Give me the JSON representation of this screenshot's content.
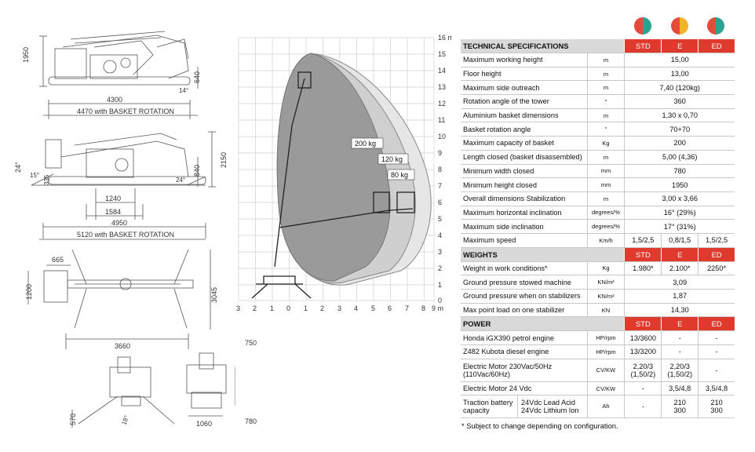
{
  "badges": [
    {
      "code": "STD",
      "left_color": "#e64a3b",
      "right_color": "#2aa38f"
    },
    {
      "code": "E",
      "left_color": "#e64a3b",
      "right_color": "#f0b429"
    },
    {
      "code": "ED",
      "left_color": "#e64a3b",
      "right_color": "#2aa38f"
    }
  ],
  "drawing_labels": {
    "d1950": "1950",
    "d640": "640",
    "d14": "14°",
    "d4300": "4300",
    "d4470": "4470 with BASKET ROTATION",
    "d2150": "2150",
    "d840": "840",
    "d24": "24°",
    "d15": "15°",
    "d335": "335",
    "d24b": "24°",
    "d1240": "1240",
    "d1584": "1584",
    "d4950": "4950",
    "d5120": "5120 with BASKET ROTATION",
    "d665": "665",
    "d1200": "1200",
    "d3045": "3045",
    "d3660": "3660",
    "d750": "750",
    "d570": "570",
    "d18": "18°",
    "d1060": "1060",
    "d780": "780"
  },
  "chart_labels": {
    "load200": "200 kg",
    "load120": "120 kg",
    "load80": "80 kg",
    "y_unit": "16 m",
    "x_unit": "9 m",
    "y_ticks": [
      "15",
      "14",
      "13",
      "12",
      "11",
      "10",
      "9",
      "8",
      "7",
      "6",
      "5",
      "4",
      "3",
      "2",
      "1",
      "0"
    ],
    "x_ticks": [
      "3",
      "2",
      "1",
      "0",
      "1",
      "2",
      "3",
      "4",
      "5",
      "6",
      "7",
      "8"
    ]
  },
  "table": {
    "tech_header": "TECHNICAL SPECIFICATIONS",
    "col_std": "STD",
    "col_e": "E",
    "col_ed": "ED",
    "tech_rows": [
      {
        "label": "Maximum working height",
        "unit": "m",
        "value": "15,00"
      },
      {
        "label": "Floor height",
        "unit": "m",
        "value": "13,00"
      },
      {
        "label": "Maximum side outreach",
        "unit": "m",
        "value": "7,40 (120kg)"
      },
      {
        "label": "Rotation angle of the tower",
        "unit": "°",
        "value": "360"
      },
      {
        "label": "Aluminium basket dimensions",
        "unit": "m",
        "value": "1,30 x 0,70"
      },
      {
        "label": "Basket rotation angle",
        "unit": "°",
        "value": "70+70"
      },
      {
        "label": "Maximum capacity of basket",
        "unit": "Kg",
        "value": "200"
      },
      {
        "label": "Length closed (basket disassembled)",
        "unit": "m",
        "value": "5,00 (4,36)"
      },
      {
        "label": "Minimum width closed",
        "unit": "mm",
        "value": "780"
      },
      {
        "label": "Minimum height closed",
        "unit": "mm",
        "value": "1950"
      },
      {
        "label": "Overall dimensions  Stabilization",
        "unit": "m",
        "value": "3,00 x 3,66"
      },
      {
        "label": "Maximum horizontal inclination",
        "unit": "degrees/%",
        "value": "16° (29%)"
      },
      {
        "label": "Maximum side inclination",
        "unit": "degrees/%",
        "value": "17° (31%)"
      }
    ],
    "speed": {
      "label": "Maximum speed",
      "unit": "Km/h",
      "std": "1,5/2,5",
      "e": "0,8/1,5",
      "ed": "1,5/2,5"
    },
    "weights_header": "WEIGHTS",
    "weights_rows": [
      {
        "label": "Weight in work conditions*",
        "unit": "Kg",
        "std": "1.980*",
        "e": "2.100*",
        "ed": "2250*"
      }
    ],
    "weights_span": [
      {
        "label": "Ground pressure stowed machine",
        "unit": "KN/m²",
        "value": "3,09"
      },
      {
        "label": "Ground pressure when on stabilizers",
        "unit": "KN/m²",
        "value": "1,87"
      },
      {
        "label": "Max point load on one stabilizer",
        "unit": "KN",
        "value": "14,30"
      }
    ],
    "power_header": "POWER",
    "power_rows": [
      {
        "label": "Honda iGX390 petrol engine",
        "unit": "HP/rpm",
        "std": "13/3600",
        "e": "-",
        "ed": "-"
      },
      {
        "label": "Z482 Kubota diesel engine",
        "unit": "HP/rpm",
        "std": "13/3200",
        "e": "-",
        "ed": "-"
      }
    ],
    "motor230": {
      "label1": "Electric Motor 230Vac/50Hz",
      "label2": "(110Vac/60Hz)",
      "unit": "CV/KW",
      "std1": "2,20/3",
      "std2": "(1,50/2)",
      "e1": "2,20/3",
      "e2": "(1,50/2)",
      "ed": "-"
    },
    "motor24": {
      "label": "Electric Motor  24 Vdc",
      "unit": "CV/KW",
      "std": "-",
      "e": "3,5/4,8",
      "ed": "3,5/4,8"
    },
    "battery": {
      "label1": "Traction battery",
      "label2": "capacity",
      "sub1": "24Vdc Lead Acid",
      "sub2": "24Vdc Lithium Ion",
      "unit": "Ah",
      "std": "-",
      "e1": "210",
      "e2": "300",
      "ed1": "210",
      "ed2": "300"
    }
  },
  "footnote": "* Subject to change depending on configuration."
}
